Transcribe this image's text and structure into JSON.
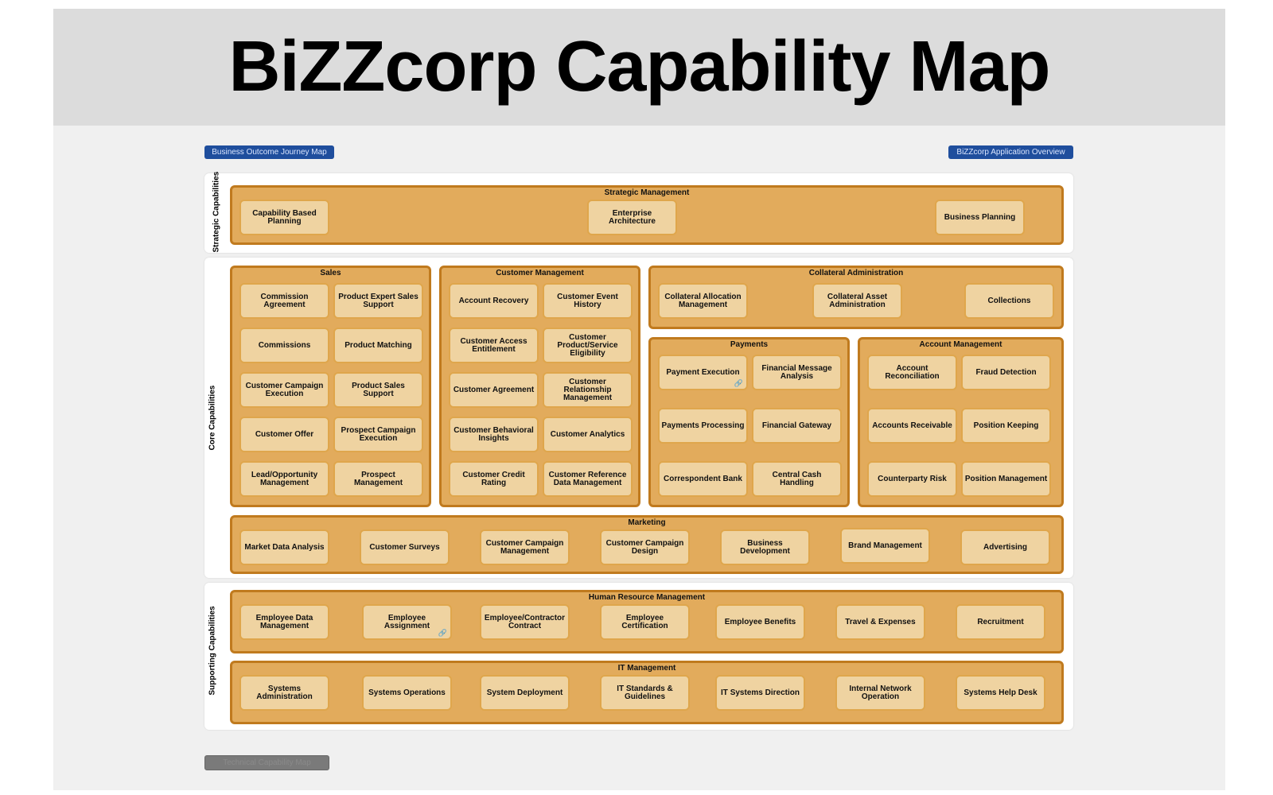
{
  "title": "BiZZcorp Capability Map",
  "buttons": {
    "journey_map": "Business Outcome Journey Map",
    "app_overview": "BiZZcorp Application Overview",
    "footer": "Technical Capability Map"
  },
  "layers": {
    "strategic": "Strategic Capabilities",
    "core": "Core Capabilities",
    "supporting": "Supporting Capabilities"
  },
  "groups": {
    "strategic_management": {
      "title": "Strategic Management",
      "items": [
        "Capability Based Planning",
        "Enterprise Architecture",
        "Business Planning"
      ]
    },
    "sales": {
      "title": "Sales",
      "items": [
        "Commission Agreement",
        "Product Expert Sales Support",
        "Commissions",
        "Product Matching",
        "Customer Campaign Execution",
        "Product Sales Support",
        "Customer Offer",
        "Prospect Campaign Execution",
        "Lead/Opportunity Management",
        "Prospect Management"
      ]
    },
    "customer_management": {
      "title": "Customer Management",
      "items": [
        "Account Recovery",
        "Customer Event History",
        "Customer Access Entitlement",
        "Customer Product/Service Eligibility",
        "Customer Agreement",
        "Customer Relationship Management",
        "Customer Behavioral Insights",
        "Customer Analytics",
        "Customer Credit Rating",
        "Customer Reference Data Management"
      ]
    },
    "collateral_administration": {
      "title": "Collateral Administration",
      "items": [
        "Collateral Allocation Management",
        "Collateral Asset Administration",
        "Collections"
      ]
    },
    "payments": {
      "title": "Payments",
      "items": [
        "Payment Execution",
        "Financial Message Analysis",
        "Payments Processing",
        "Financial Gateway",
        "Correspondent Bank",
        "Central Cash Handling"
      ]
    },
    "account_management": {
      "title": "Account Management",
      "items": [
        "Account Reconciliation",
        "Fraud Detection",
        "Accounts Receivable",
        "Position Keeping",
        "Counterparty Risk",
        "Position Management"
      ]
    },
    "marketing": {
      "title": "Marketing",
      "items": [
        "Market Data Analysis",
        "Customer Surveys",
        "Customer Campaign Management",
        "Customer Campaign Design",
        "Business Development",
        "Brand Management",
        "Advertising"
      ]
    },
    "hr": {
      "title": "Human Resource Management",
      "items": [
        "Employee Data Management",
        "Employee Assignment",
        "Employee/Contractor Contract",
        "Employee Certification",
        "Employee Benefits",
        "Travel & Expenses",
        "Recruitment"
      ]
    },
    "it": {
      "title": "IT Management",
      "items": [
        "Systems Administration",
        "Systems Operations",
        "System Deployment",
        "IT Standards & Guidelines",
        "IT Systems Direction",
        "Internal Network Operation",
        "Systems Help Desk"
      ]
    }
  },
  "icons": {
    "link": "link-icon"
  },
  "colors": {
    "group_fill": "#e2ab5c",
    "group_border": "#c07a1e",
    "capability_fill": "#efd3a1",
    "nav_button": "#1f4e9d"
  }
}
